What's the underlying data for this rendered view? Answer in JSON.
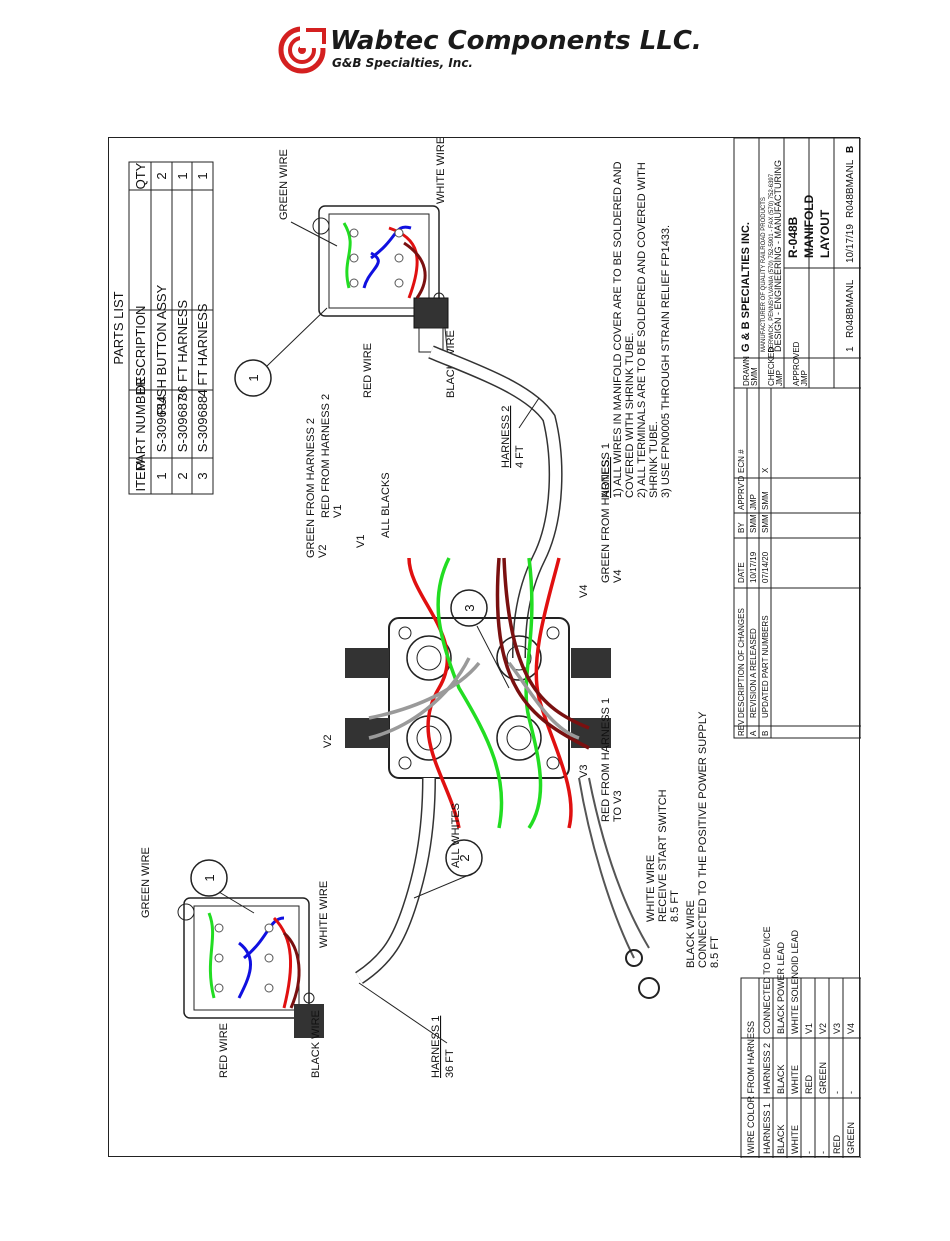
{
  "header": {
    "company": "Wabtec Components LLC.",
    "subsidiary": "G&B Specialties, Inc."
  },
  "parts_list": {
    "title": "PARTS LIST",
    "headers": [
      "ITEM",
      "PART NUMBER",
      "DESCRIPTION",
      "QTY"
    ],
    "rows": [
      [
        "1",
        "S-309634",
        "PUSH BUTTON ASSY",
        "2"
      ],
      [
        "2",
        "S-309687",
        "36 FT HARNESS",
        "1"
      ],
      [
        "3",
        "S-309688",
        "4 FT HARNESS",
        "1"
      ]
    ]
  },
  "labels": {
    "green_wire": "GREEN WIRE",
    "white_wire": "WHITE WIRE",
    "red_wire": "RED WIRE",
    "black_wire": "BLACK WIRE",
    "harness2": "HARNESS 2",
    "harness2_len": "4 FT",
    "harness1": "HARNESS 1",
    "harness1_len": "36 FT",
    "all_blacks": "ALL BLACKS",
    "all_whites": "ALL WHITES",
    "green_from_h2": "GREEN FROM HARNESS 2",
    "v2_a": "V2",
    "red_from_h2": "RED FROM HARNESS 2",
    "v1_a": "V1",
    "v1": "V1",
    "v4": "V4",
    "green_from_h1": "GREEN FROM HARNESS 1",
    "v4_b": "V4",
    "v2": "V2",
    "v3": "V3",
    "red_from_h1": "RED FROM HARNESS 1",
    "to_v3": "TO V3",
    "white_wire_pt": "WHITE WIRE",
    "receive_start": "RECEIVE START SWITCH",
    "len_85_a": "8.5 FT",
    "black_wire_pt": "BLACK WIRE",
    "connected_pos": "CONNECTED TO THE POSITIVE POWER SUPPLY",
    "len_85_b": "8.5 FT",
    "callout_1": "1",
    "callout_2": "2",
    "callout_3": "3"
  },
  "notes": {
    "title": "NOTES:",
    "lines": [
      "1) ALL WIRES IN MANIFOLD COVER ARE TO BE SOLDERED AND",
      "COVERED WITH SHRINK TUBE.",
      "2) ALL TERMINALS ARE TO BE SOLDERED AND COVERED WITH",
      "SHRINK TUBE.",
      "3) USE FPN0005 THROUGH STRAIN RELIEF FP1433."
    ]
  },
  "revisions": {
    "headers": [
      "REV",
      "DESCRIPTION OF CHANGES",
      "DATE",
      "BY",
      "APPRV'D",
      "ECN #"
    ],
    "rows": [
      [
        "A",
        "REVISION A RELEASED",
        "10/17/19",
        "SMM",
        "JMP",
        ""
      ],
      [
        "B",
        "UPDATED PART NUMBERS",
        "07/14/20",
        "SMM",
        "SMM",
        "X"
      ]
    ]
  },
  "title_block": {
    "company": "G & B SPECIALTIES INC.",
    "tagline": "MANUFACTURER OF QUALITY RAILROAD PRODUCTS",
    "address": "BERWICK, PENNSYLVANIA (570) 752-5901 - FAX (570) 752-6397",
    "dept": "DESIGN - ENGINEERING - MANUFACTURING",
    "drawing_title_1": "R-048B",
    "drawing_title_2": "MANIFOLD",
    "drawing_title_3": "LAYOUT",
    "drawn_label": "DRAWN",
    "drawn_by": "SMM",
    "checked_label": "CHECKED",
    "checked_by": "JMP",
    "approved_label": "APPROVED",
    "approved_by": "JMP",
    "sheet": "1",
    "dwg_no": "R048BMANL",
    "date": "10/17/19",
    "part_no": "R048BMANL",
    "rev": "B"
  },
  "wire_table": {
    "top_header": "WIRE COLOR FROM HARNESS",
    "headers": [
      "HARNESS 1",
      "HARNESS 2",
      "CONNECTED TO DEVICE"
    ],
    "rows": [
      [
        "BLACK",
        "BLACK",
        "BLACK POWER LEAD"
      ],
      [
        "WHITE",
        "WHITE",
        "WHITE SOLENOID LEAD"
      ],
      [
        "-",
        "RED",
        "V1"
      ],
      [
        "-",
        "GREEN",
        "V2"
      ],
      [
        "RED",
        "-",
        "V3"
      ],
      [
        "GREEN",
        "-",
        "V4"
      ]
    ]
  },
  "colors": {
    "red": "#e01010",
    "green": "#22dd22",
    "blue": "#1010e0",
    "dark_red": "#7a1010",
    "gray": "#9a9a9a",
    "logo_red": "#d42020"
  }
}
